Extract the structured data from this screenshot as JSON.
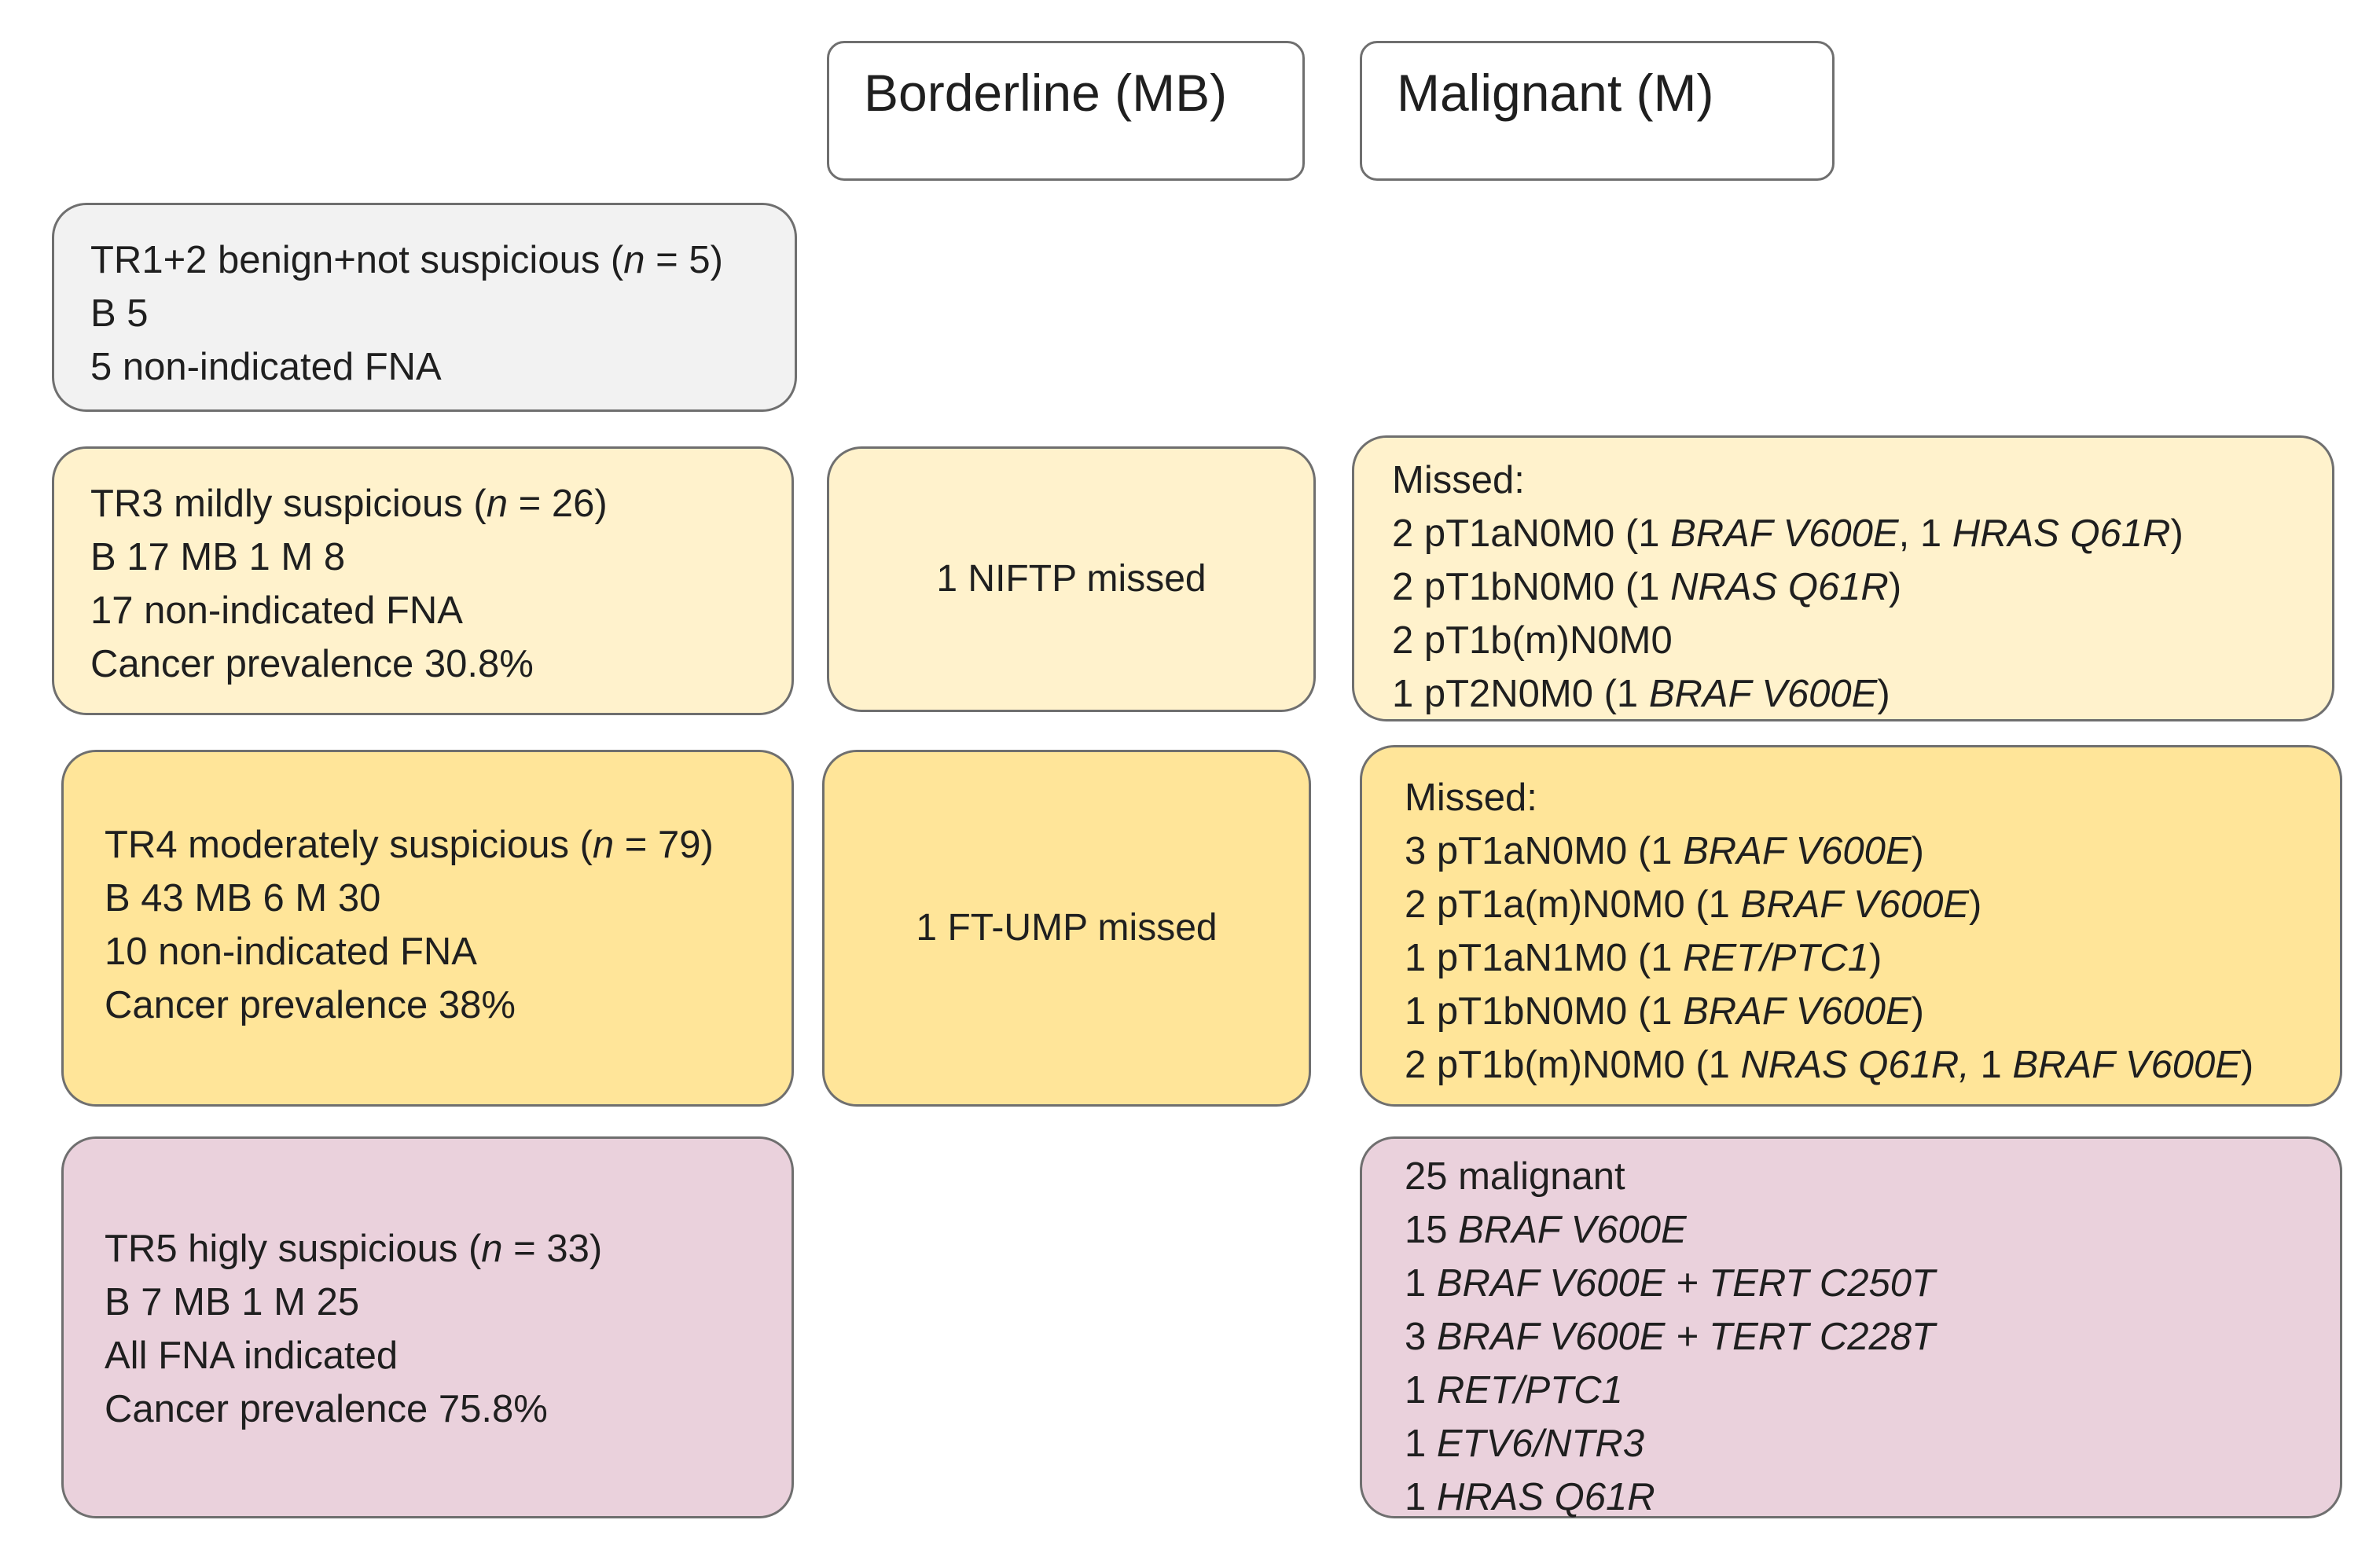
{
  "headers": {
    "borderline": "Borderline (MB)",
    "malignant": "Malignant (M)"
  },
  "rows": [
    {
      "category": {
        "label_pre": "TR1+2 benign+not suspicious (",
        "n_sym": "n",
        "label_post": " = 5)",
        "counts": "B 5",
        "fna": "5 non-indicated FNA"
      }
    },
    {
      "category": {
        "label_pre": "TR3 mildly suspicious (",
        "n_sym": "n",
        "label_post": " = 26)",
        "counts": "B 17 MB 1 M 8",
        "fna": "17 non-indicated FNA",
        "prevalence": "Cancer prevalence 30.8%"
      },
      "borderline": "1 NIFTP missed",
      "malignant": {
        "title": "Missed:",
        "l1a": "2 pT1aN0M0 (1 ",
        "l1b": "BRAF V600E",
        "l1c": ", 1 ",
        "l1d": "HRAS Q61R",
        "l1e": ")",
        "l2a": "2 pT1bN0M0 (1 ",
        "l2b": "NRAS Q61R",
        "l2c": ")",
        "l3": "2 pT1b(m)N0M0",
        "l4a": "1 pT2N0M0 (1 ",
        "l4b": "BRAF V600E",
        "l4c": ")"
      }
    },
    {
      "category": {
        "label_pre": "TR4 moderately suspicious (",
        "n_sym": "n",
        "label_post": " = 79)",
        "counts": "B 43 MB 6 M 30",
        "fna": "10 non-indicated FNA",
        "prevalence": "Cancer prevalence 38%"
      },
      "borderline": "1 FT-UMP missed",
      "malignant": {
        "title": "Missed:",
        "l1a": "3 pT1aN0M0 (1 ",
        "l1b": "BRAF V600E",
        "l1c": ")",
        "l2a": "2 pT1a(m)N0M0 (1 ",
        "l2b": "BRAF V600E",
        "l2c": ")",
        "l3a": "1 pT1aN1M0 (1 ",
        "l3b": "RET/PTC1",
        "l3c": ")",
        "l4a": "1 pT1bN0M0 (1 ",
        "l4b": "BRAF V600E",
        "l4c": ")",
        "l5a": "2 pT1b(m)N0M0 (1 ",
        "l5b": "NRAS Q61R,",
        "l5c": " 1 ",
        "l5d": "BRAF V600E",
        "l5e": ")"
      }
    },
    {
      "category": {
        "label_pre": "TR5 higly suspicious (",
        "n_sym": "n",
        "label_post": " = 33)",
        "counts": "B 7 MB 1 M 25",
        "fna": "All  FNA indicated",
        "prevalence": "Cancer prevalence 75.8%"
      },
      "malignant": {
        "title": "25 malignant",
        "l1a": "15 ",
        "l1b": "BRAF V600E",
        "l2a": "1 ",
        "l2b": "BRAF V600E + TERT C250T",
        "l3a": "3 ",
        "l3b": "BRAF V600E + TERT C228T",
        "l4a": "1 ",
        "l4b": "RET/PTC1",
        "l5a": "1 ",
        "l5b": "ETV6/NTR3",
        "l6a": "1 ",
        "l6b": "HRAS Q61R"
      }
    }
  ],
  "colors": {
    "row1": "#f2f2f2",
    "row2": "#fff2cc",
    "row3": "#ffe599",
    "row4": "#ead1dc",
    "border": "#6f6f6f"
  }
}
